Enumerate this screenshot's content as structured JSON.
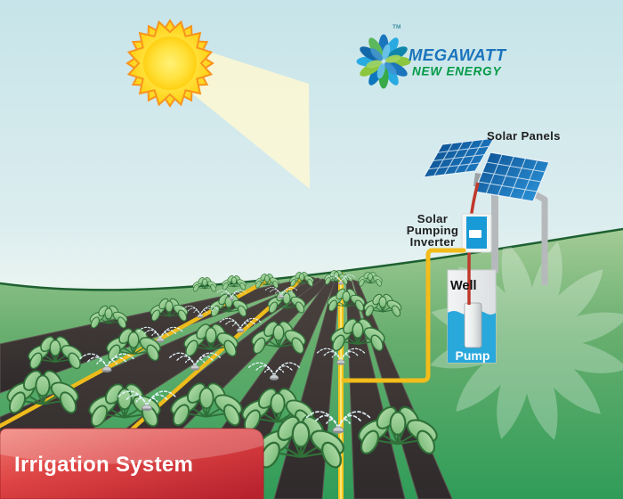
{
  "brand": {
    "name": "MEGAWATT",
    "tagline": "NEW ENERGY",
    "trademark": "TM"
  },
  "diagram": {
    "title": "Irrigation System",
    "labels": {
      "solar_panels": "Solar Panels",
      "inverter_line1": "Solar",
      "inverter_line2": "Pumping",
      "inverter_line3": "Inverter",
      "well": "Well",
      "pump": "Pump"
    }
  },
  "icons": {
    "sun": "sun-icon",
    "logo_flower": "flower-logo-icon",
    "watermark": "flower-watermark-icon",
    "sprinkler": "sprinkler-icon",
    "plant": "crop-plant-icon"
  },
  "colors": {
    "sky_top": "#c6e4e9",
    "sun_yellow": "#ffd400",
    "sun_outline": "#f7941d",
    "beam": "#fbf7d5",
    "ground_light": "#a3cb96",
    "ground_deep": "#2f9c58",
    "soil_dark": "#39322f",
    "panel_blue": "#1565a8",
    "pipe_yellow": "#f2bc1b",
    "cable_red": "#c0392b",
    "water_blue": "#29a8dc",
    "banner_red": "#d93a3e",
    "logo_blue": "#1b75bc",
    "logo_green": "#009a44"
  }
}
